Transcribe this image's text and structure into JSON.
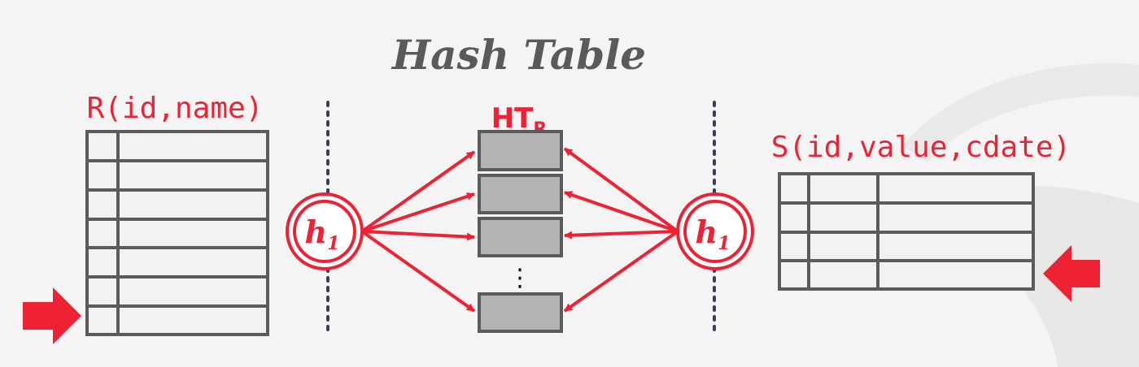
{
  "title": "Hash Table",
  "left_table": {
    "label": "R(id,name)"
  },
  "right_table": {
    "label": "S(id,value,cdate)"
  },
  "hash_table": {
    "label_main": "HT",
    "label_sub": "R",
    "ellipsis": "⋮"
  },
  "hash_left": {
    "label_main": "h",
    "label_sub": "1"
  },
  "hash_right": {
    "label_main": "h",
    "label_sub": "1"
  },
  "colors": {
    "accent": "#ee2233",
    "table_stroke": "#5b5b5b",
    "bucket_fill": "#b3b3b3",
    "divider": "#3a3f5c"
  }
}
